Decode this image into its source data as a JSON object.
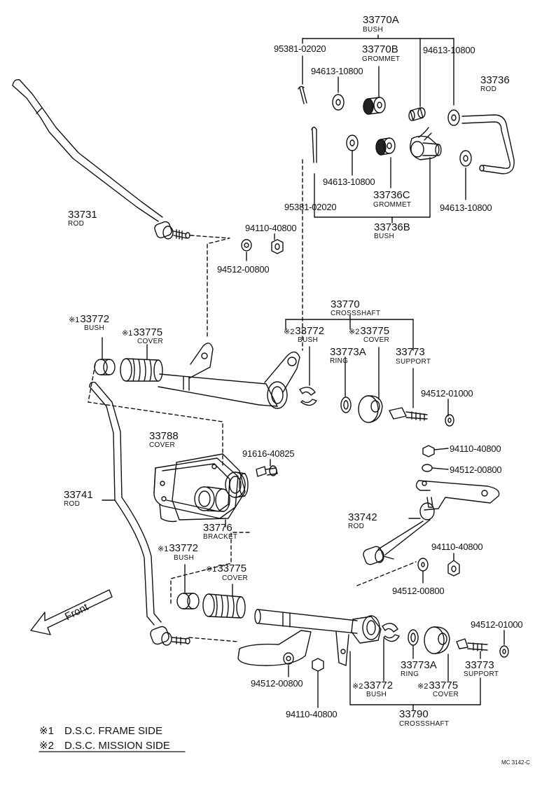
{
  "labels": {
    "p33770A": "33770A",
    "n33770A": "BUSH",
    "p95381_top": "95381-02020",
    "p33770B": "33770B",
    "n33770B": "GROMMET",
    "p94613_tr": "94613-10800",
    "p94613_tl": "94613-10800",
    "p33736": "33736",
    "n33736": "ROD",
    "p94613_ml": "94613-10800",
    "p33736C": "33736C",
    "n33736C": "GROMMET",
    "p95381_mid": "95381-02020",
    "p94613_mr": "94613-10800",
    "p33736B": "33736B",
    "n33736B": "BUSH",
    "p33731": "33731",
    "n33731": "ROD",
    "p94110_top": "94110-40800",
    "p94512_top": "94512-00800",
    "p33770": "33770",
    "n33770": "CROSSSHAFT",
    "mk1": "※1",
    "p33772_l": "33772",
    "n33772_l": "BUSH",
    "mk1b": "※1",
    "p33775_l": "33775",
    "n33775_l": "COVER",
    "mk2": "※2",
    "p33772_m": "33772",
    "n33772_m": "BUSH",
    "mk2b": "※2",
    "p33775_m": "33775",
    "n33775_m": "COVER",
    "p33773A_top": "33773A",
    "n33773A_top": "RING",
    "p33773_top": "33773",
    "n33773_top": "SUPPORT",
    "p94512_01000_top": "94512-01000",
    "p33788": "33788",
    "n33788": "COVER",
    "p91616": "91616-40825",
    "p94110_r1": "94110-40800",
    "p94512_r1": "94512-00800",
    "p33741": "33741",
    "n33741": "ROD",
    "p33776": "33776",
    "n33776": "BRACKET",
    "p33742": "33742",
    "n33742": "ROD",
    "mk1c": "※1",
    "p33772_low": "33772",
    "n33772_low": "BUSH",
    "p94110_r2": "94110-40800",
    "mk1d": "※1",
    "p33775_low": "33775",
    "n33775_low": "COVER",
    "p94512_r2": "94512-00800",
    "front": "Front",
    "p94512_01000_low": "94512-01000",
    "p33773A_low": "33773A",
    "n33773A_low": "RING",
    "p33773_low": "33773",
    "n33773_low": "SUPPORT",
    "p94512_bot": "94512-00800",
    "mk2c": "※2",
    "p33772_bot": "33772",
    "n33772_bot": "BUSH",
    "mk2d": "※2",
    "p33775_bot": "33775",
    "n33775_bot": "COVER",
    "p94110_bot": "94110-40800",
    "p33790": "33790",
    "n33790": "CROSSSHAFT"
  },
  "legend": {
    "sym1": "※1",
    "text1": "D.S.C. FRAME SIDE",
    "sym2": "※2",
    "text2": "D.S.C. MISSION SIDE"
  },
  "code": "MC 3142-C"
}
